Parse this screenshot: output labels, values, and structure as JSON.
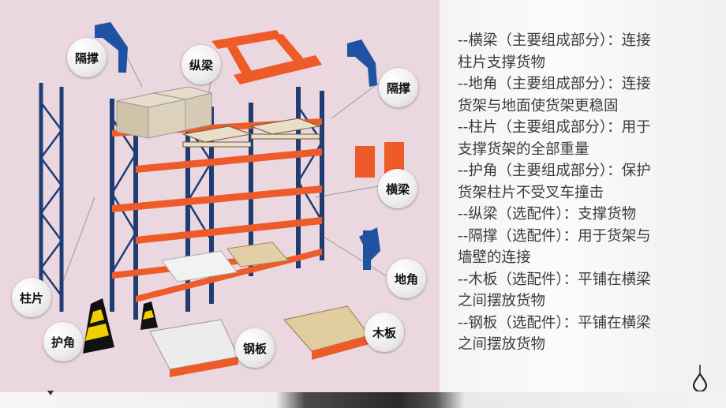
{
  "labels": {
    "gechen": "隔撑",
    "zongliang": "纵梁",
    "gechen_right": "隔撑",
    "hengliang": "横梁",
    "dijiao": "地角",
    "zhupian": "柱片",
    "hujiao": "护角",
    "gangban": "钢板",
    "muban": "木板"
  },
  "description_lines": [
    "--横梁（主要组成部分）：连接",
    "柱片支撑货物",
    "--地角（主要组成部分）：连接",
    "货架与地面使货架更稳固",
    "--柱片（主要组成部分）：用于",
    "支撑货架的全部重量",
    "--护角（主要组成部分）：保护",
    "货架柱片不受叉车撞击",
    "--纵梁（选配件）：支撑货物",
    "--隔撑（选配件）：用于货架与",
    "墙壁的连接",
    "--木板（选配件）：平铺在横梁",
    "之间摆放货物",
    "--钢板（选配件）：平铺在横梁",
    "之间摆放货物"
  ],
  "colors": {
    "upright_blue": "#1f3d73",
    "beam_orange": "#ee5a28",
    "panel_bg": "#ead7df",
    "text": "#3c3c3c"
  },
  "icons": {
    "drop": "drop-icon"
  }
}
